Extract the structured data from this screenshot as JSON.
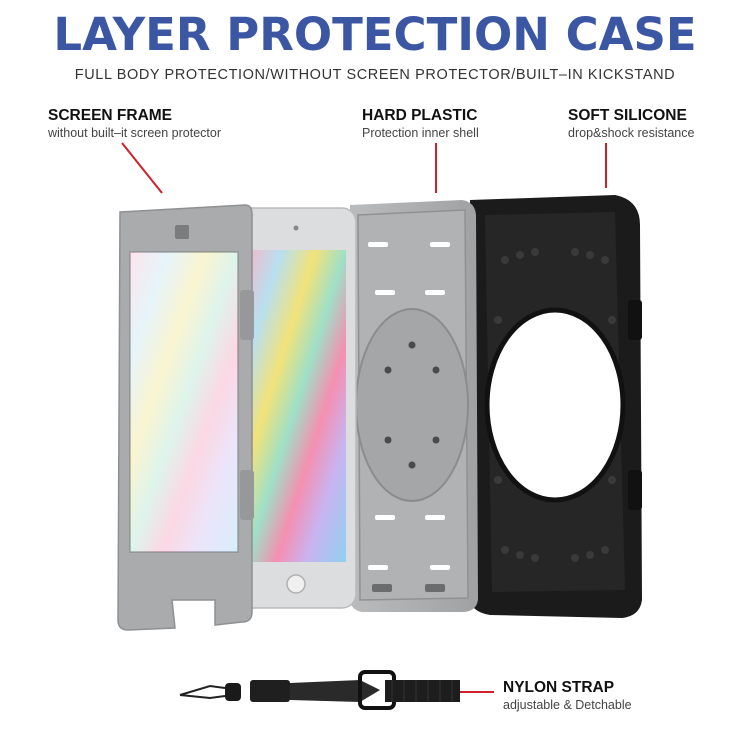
{
  "title": "LAYER PROTECTION CASE",
  "subtitle": "FULL BODY PROTECTION/WITHOUT SCREEN PROTECTOR/BUILT–IN KICKSTAND",
  "callouts": {
    "screen_frame": {
      "title": "SCREEN FRAME",
      "desc": "without built–it screen protector"
    },
    "hard_plastic": {
      "title": "HARD PLASTIC",
      "desc": "Protection inner shell"
    },
    "soft_silicone": {
      "title": "SOFT SILICONE",
      "desc": "drop&shock resistance"
    },
    "nylon_strap": {
      "title": "NYLON STRAP",
      "desc": "adjustable & Detchable"
    }
  },
  "colors": {
    "title_blue": "#3b57a3",
    "pointer_red": "#d0202a",
    "frame_grey": "#a9abad",
    "silicone_black": "#1b1b1b"
  }
}
